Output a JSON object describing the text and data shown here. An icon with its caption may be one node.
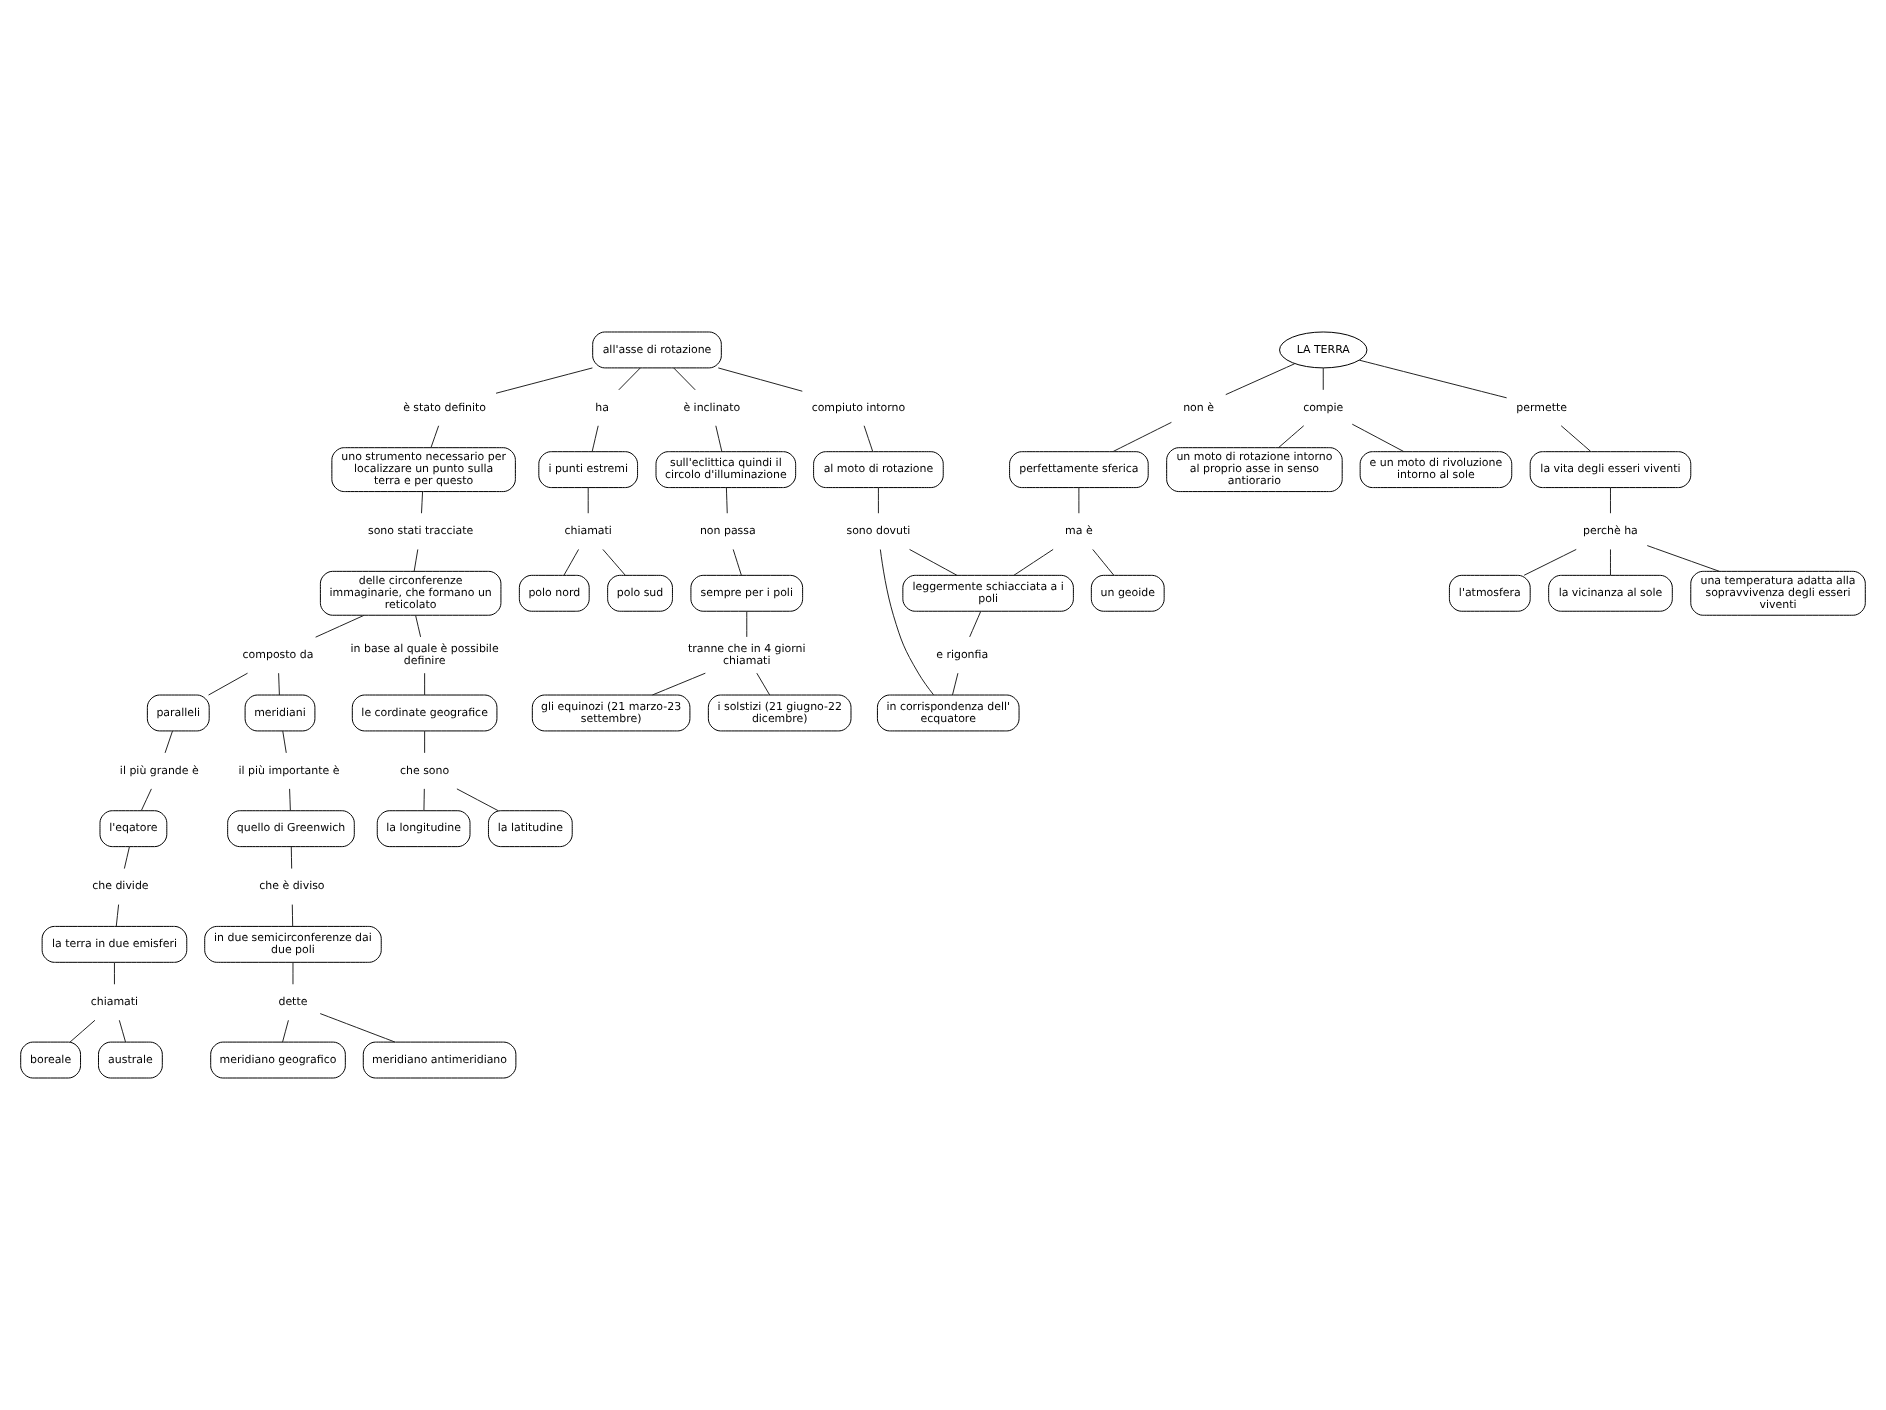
{
  "diagram": {
    "nodes": [
      {
        "text": [
          "la terra in due emisferi"
        ]
      },
      {
        "text": [
          "che divide"
        ]
      },
      {
        "text": [
          "che è diviso"
        ]
      },
      {
        "text": [
          "in due semicirconferenze dai due poli"
        ]
      },
      {
        "text": [
          "boreale"
        ]
      },
      {
        "text": [
          "chiamati"
        ]
      },
      {
        "text": [
          "l'eqatore"
        ]
      },
      {
        "text": [
          "quello di Greenwich"
        ]
      },
      {
        "text": [
          "australe"
        ]
      },
      {
        "text": [
          "il più grande è"
        ]
      },
      {
        "text": [
          "il più importante è"
        ]
      },
      {
        "text": [
          "dette"
        ]
      },
      {
        "text": [
          "paralleli"
        ]
      },
      {
        "text": [
          "meridiani"
        ]
      },
      {
        "text": [
          "meridiano geografico"
        ]
      },
      {
        "text": [
          "meridiano antimeridiano"
        ]
      },
      {
        "text": [
          "è stato definito"
        ]
      },
      {
        "text": [
          "uno strumento necessario per localizzare un punto sulla terra e per questo"
        ]
      },
      {
        "text": [
          "composto da"
        ]
      },
      {
        "text": [
          "sono stati tracciate"
        ]
      },
      {
        "text": [
          "delle circonferenze immaginarie, che formano un reticolato"
        ]
      },
      {
        "text": [
          "in base al quale è possibile definire"
        ]
      },
      {
        "text": [
          "le cordinate geografice"
        ]
      },
      {
        "text": [
          "ha"
        ]
      },
      {
        "text": [
          "i punti estremi"
        ]
      },
      {
        "text": [
          "che sono"
        ]
      },
      {
        "text": [
          "un moto di rotazione intorno al proprio asse in senso antiorario"
        ]
      },
      {
        "text": [
          "chiamati"
        ]
      },
      {
        "text": [
          "polo nord"
        ]
      },
      {
        "text": [
          "polo sud"
        ]
      },
      {
        "text": [
          "la longitudine"
        ]
      },
      {
        "text": [
          "la latitudine"
        ]
      },
      {
        "text": [
          "all'asse di rotazione"
        ]
      },
      {
        "text": [
          "compie"
        ]
      },
      {
        "text": [
          "e un moto di rivoluzione intorno al sole"
        ]
      },
      {
        "text": [
          "perfettamente sferica"
        ]
      },
      {
        "text": [
          "non è"
        ]
      },
      {
        "text": [
          "LA TERRA"
        ]
      },
      {
        "text": [
          "è inclinato"
        ]
      },
      {
        "text": [
          "gli equinozi (21 marzo-23 settembre)"
        ]
      },
      {
        "text": [
          "compiuto intorno"
        ]
      },
      {
        "text": [
          "ma è"
        ]
      },
      {
        "text": [
          "un geoide"
        ]
      },
      {
        "text": [
          "permette"
        ]
      },
      {
        "text": [
          "sull'eclittica quindi il circolo d'illuminazione"
        ]
      },
      {
        "text": [
          "leggermente schiacciata a i poli"
        ]
      },
      {
        "text": [
          "al moto di rotazione"
        ]
      },
      {
        "text": [
          "la vita degli esseri viventi"
        ]
      },
      {
        "text": [
          "non passa"
        ]
      },
      {
        "text": [
          "tranne che in 4 giorni chiamati"
        ]
      },
      {
        "text": [
          "sono dovuti"
        ]
      },
      {
        "text": [
          "e rigonfia"
        ]
      },
      {
        "text": [
          "perchè ha"
        ]
      },
      {
        "text": [
          "sempre per i poli"
        ]
      },
      {
        "text": [
          "i solstizi (21 giugno-22 dicembre)"
        ]
      },
      {
        "text": [
          "in corrispondenza dell' ecquatore"
        ]
      },
      {
        "text": [
          "l'atmosfera"
        ]
      },
      {
        "text": [
          "la vicinanza al sole"
        ]
      },
      {
        "text": [
          "una temperatura adatta alla sopravvivenza degli esseri viventi"
        ]
      }
    ],
    "edges": [
      {
        "from": 37,
        "to": 33,
        "arrow": "none"
      },
      {
        "from": 33,
        "to": 26,
        "arrow": "none"
      },
      {
        "from": 33,
        "to": 34,
        "arrow": "none"
      },
      {
        "from": 37,
        "to": 36,
        "arrow": "none"
      },
      {
        "from": 36,
        "to": 35,
        "arrow": "none"
      },
      {
        "from": 35,
        "to": 41,
        "arrow": "none"
      },
      {
        "from": 41,
        "to": 42,
        "arrow": "none"
      },
      {
        "from": 41,
        "to": 45,
        "arrow": "none"
      },
      {
        "from": 45,
        "to": 51,
        "arrow": "none"
      },
      {
        "from": 51,
        "to": 55,
        "arrow": "none"
      },
      {
        "from": 37,
        "to": 43,
        "arrow": "none"
      },
      {
        "from": 43,
        "to": 47,
        "arrow": "none"
      },
      {
        "from": 47,
        "to": 52,
        "arrow": "none"
      },
      {
        "from": 52,
        "to": 56,
        "arrow": "none"
      },
      {
        "from": 52,
        "to": 57,
        "arrow": "none"
      },
      {
        "from": 52,
        "to": 58,
        "arrow": "none"
      },
      {
        "from": 32,
        "to": 38,
        "arrow": "none"
      },
      {
        "from": 38,
        "to": 44,
        "arrow": "none"
      },
      {
        "from": 44,
        "to": 48,
        "arrow": "none"
      },
      {
        "from": 48,
        "to": 53,
        "arrow": "none"
      },
      {
        "from": 53,
        "to": 49,
        "arrow": "none"
      },
      {
        "from": 49,
        "to": 39,
        "arrow": "none"
      },
      {
        "from": 49,
        "to": 54,
        "arrow": "none"
      },
      {
        "from": 32,
        "to": 23,
        "arrow": "none"
      },
      {
        "from": 23,
        "to": 24,
        "arrow": "none"
      },
      {
        "from": 24,
        "to": 27,
        "arrow": "none"
      },
      {
        "from": 27,
        "to": 28,
        "arrow": "none"
      },
      {
        "from": 27,
        "to": 29,
        "arrow": "none"
      },
      {
        "from": 32,
        "to": 16,
        "arrow": "none"
      },
      {
        "from": 16,
        "to": 17,
        "arrow": "none"
      },
      {
        "from": 17,
        "to": 19,
        "arrow": "none"
      },
      {
        "from": 19,
        "to": 20,
        "arrow": "none"
      },
      {
        "from": 20,
        "to": 18,
        "arrow": "none"
      },
      {
        "from": 18,
        "to": 12,
        "arrow": "none"
      },
      {
        "from": 18,
        "to": 13,
        "arrow": "none"
      },
      {
        "from": 12,
        "to": 9,
        "arrow": "none"
      },
      {
        "from": 9,
        "to": 6,
        "arrow": "none"
      },
      {
        "from": 6,
        "to": 1,
        "arrow": "none"
      },
      {
        "from": 1,
        "to": 0,
        "arrow": "none"
      },
      {
        "from": 0,
        "to": 5,
        "arrow": "none"
      },
      {
        "from": 5,
        "to": 4,
        "arrow": "none"
      },
      {
        "from": 5,
        "to": 8,
        "arrow": "none"
      },
      {
        "from": 13,
        "to": 10,
        "arrow": "none"
      },
      {
        "from": 10,
        "to": 7,
        "arrow": "none"
      },
      {
        "from": 7,
        "to": 2,
        "arrow": "none"
      },
      {
        "from": 2,
        "to": 3,
        "arrow": "none"
      },
      {
        "from": 3,
        "to": 11,
        "arrow": "none"
      },
      {
        "from": 11,
        "to": 14,
        "arrow": "none"
      },
      {
        "from": 11,
        "to": 15,
        "arrow": "none"
      },
      {
        "from": 20,
        "to": 21,
        "arrow": "none"
      },
      {
        "from": 21,
        "to": 22,
        "arrow": "none"
      },
      {
        "from": 22,
        "to": 25,
        "arrow": "none"
      },
      {
        "from": 25,
        "to": 30,
        "arrow": "none"
      },
      {
        "from": 25,
        "to": 31,
        "arrow": "none"
      },
      {
        "from": 32,
        "to": 40,
        "arrow": "none"
      },
      {
        "from": 40,
        "to": 46,
        "arrow": "none"
      },
      {
        "from": 46,
        "to": 50,
        "arrow": "none"
      },
      {
        "from": 50,
        "to": 45,
        "arrow": "none"
      },
      {
        "from": 50,
        "to": 55,
        "arrow": "none"
      }
    ]
  }
}
